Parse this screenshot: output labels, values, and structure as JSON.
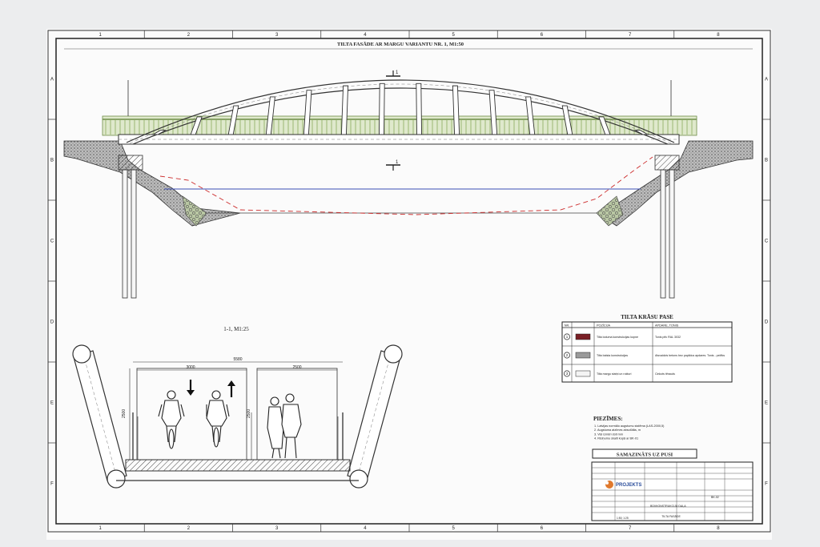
{
  "frame": {
    "columns": [
      "1",
      "2",
      "3",
      "4",
      "5",
      "6",
      "7",
      "8"
    ],
    "rows": [
      "A",
      "B",
      "C",
      "D",
      "E",
      "F"
    ]
  },
  "elevation": {
    "title": "TILTA FASĀDE AR MARGU VARIANTU NR. 1, M1:50",
    "section_mark": "1"
  },
  "section": {
    "title": "1-1, M1:25",
    "dim_total": "5580",
    "dim_left": "3000",
    "dim_right": "2500",
    "dim_height": "2500",
    "dim_height_right": "2500"
  },
  "legend": {
    "title": "TILTA KRĀSU PASE",
    "headers": [
      "NR.",
      "POZĪCIJA",
      "APDARE, TONIS"
    ],
    "rows": [
      {
        "nr": "1",
        "swatch": "#7a1f26",
        "position": "Tilta loduma konstrukcijas kopne",
        "finish": "Tonis pēc RAL 3032"
      },
      {
        "nr": "2",
        "swatch": "#9a9a9a",
        "position": "Tilta balsta konstrukcijas",
        "finish": "Atsvaidzis betons bez papildus apdares. Tonis - pelēks"
      },
      {
        "nr": "3",
        "swatch": "#f4f4f4",
        "position": "Tilta margu statņi un rokturi",
        "finish": "Cinkots tērauds"
      }
    ]
  },
  "notes": {
    "title": "PIEZĪMES:",
    "items": [
      "1. Latvijas normālo augstumu sistēma (LAS-2000,5)",
      "2. Augstuma atzīmes absolūtās, m",
      "3. Visi izmēri doti mm",
      "4. Risiņumu skaiti kopā ar BK-01"
    ]
  },
  "stamp": {
    "reduced": "SAMAZINĀTS UZ PUSI",
    "company": "PROJEKTS",
    "drawing_name": "TILTA FASĀDE",
    "variant": "BŪVKONSTRUKCIJU DAĻA",
    "scale": "1:50; 1:25",
    "sheet": "BK-02"
  },
  "colors": {
    "line": "#333333",
    "railing": "#9fbe72",
    "water": "#3b4fb5",
    "flood": "#cc2a2a",
    "paper": "#fbfbfb"
  }
}
